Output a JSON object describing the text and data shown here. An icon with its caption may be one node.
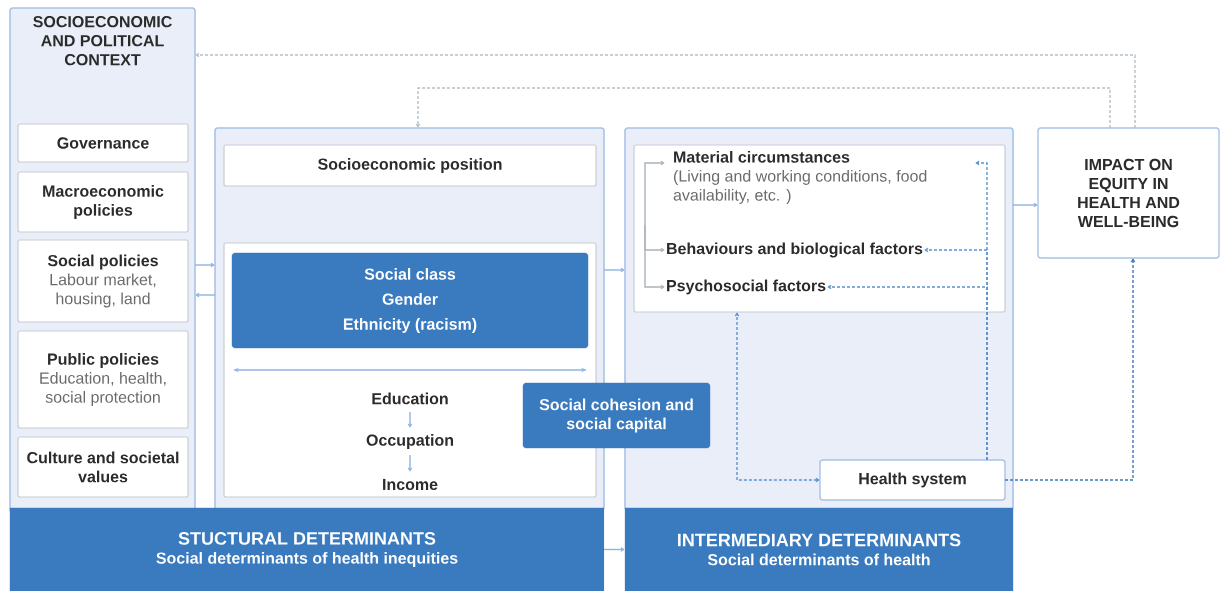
{
  "diagram": {
    "nodes": [
      {
        "text": [
          "SOCIOECONOMIC AND POLITICAL CONTEXT"
        ]
      },
      {
        "text": [
          "Governance"
        ],
        "in": 0
      },
      {
        "text": [
          "Macroeconomic policies"
        ],
        "in": 0
      },
      {
        "text": [
          "Social policies",
          "Labour market, housing, land"
        ],
        "in": 0
      },
      {
        "text": [
          "Public policies",
          "Education, health, social protection"
        ],
        "in": 0
      },
      {
        "text": [
          "Culture and societal values"
        ],
        "in": 0
      },
      {
        "text": [],
        "shape": "box"
      },
      {
        "text": [
          "Socioeconomic position"
        ],
        "in": 6
      },
      {
        "text": [],
        "shape": "box",
        "in": 6
      },
      {
        "text": [
          "Social class",
          "Gender",
          "Ethnicity (racism)"
        ],
        "in": 8
      },
      {
        "text": [
          "Education"
        ],
        "in": 8
      },
      {
        "text": [
          "Occupation"
        ],
        "in": 8
      },
      {
        "text": [
          "Income"
        ],
        "in": 8
      },
      {
        "text": [
          "Social cohesion and social capital"
        ]
      },
      {
        "text": [],
        "shape": "box"
      },
      {
        "text": [],
        "shape": "box",
        "in": 14
      },
      {
        "text": [
          "Material circumstances",
          "(Living and working conditions, food availability, etc. )"
        ],
        "in": 15
      },
      {
        "text": [
          "Behaviours and biological factors"
        ],
        "in": 15
      },
      {
        "text": [
          "Psychosocial factors"
        ],
        "in": 15
      },
      {
        "text": [
          "Health system"
        ],
        "in": 14
      },
      {
        "text": [
          "IMPACT ON EQUITY IN HEALTH AND WELL-BEING"
        ]
      },
      {
        "text": [
          "STUCTURAL DETERMINANTS",
          "Social determinants of health inequities"
        ]
      },
      {
        "text": [
          "INTERMEDIARY DETERMINANTS",
          "Social determinants of health"
        ]
      }
    ],
    "edges": [
      {
        "from": 20,
        "to": 0,
        "arrow": "to",
        "style": "dashed",
        "color": "#b4c0c6"
      },
      {
        "from": 20,
        "to": 6,
        "arrow": "to",
        "style": "dashed",
        "color": "#b4c0c6"
      },
      {
        "from": 0,
        "to": 6,
        "arrow": "to"
      },
      {
        "from": 6,
        "to": 0,
        "arrow": "to"
      },
      {
        "from": 6,
        "to": 14,
        "arrow": "to"
      },
      {
        "from": 21,
        "to": 22,
        "arrow": "to"
      },
      {
        "from": 14,
        "to": 20,
        "arrow": "to"
      },
      {
        "from": 10,
        "to": 11,
        "arrow": "to"
      },
      {
        "from": 11,
        "to": 12,
        "arrow": "to"
      },
      {
        "from": null,
        "to": 16,
        "arrow": "to",
        "color": "#aab4ba"
      },
      {
        "from": null,
        "to": 17,
        "arrow": "to",
        "color": "#aab4ba"
      },
      {
        "from": null,
        "to": 18,
        "arrow": "to",
        "color": "#aab4ba"
      },
      {
        "from": 19,
        "to": 16,
        "arrow": "to",
        "style": "dashed",
        "color": "#5b93d3"
      },
      {
        "from": 19,
        "to": 17,
        "arrow": "to",
        "style": "dashed",
        "color": "#5b93d3"
      },
      {
        "from": 19,
        "to": 18,
        "arrow": "to",
        "style": "dashed",
        "color": "#5b93d3"
      },
      {
        "from": 19,
        "to": 15,
        "arrow": "both",
        "style": "dashed",
        "color": "#5b93d3"
      },
      {
        "from": 19,
        "to": 20,
        "arrow": "to",
        "style": "dashed",
        "color": "#3a7abf"
      }
    ]
  }
}
